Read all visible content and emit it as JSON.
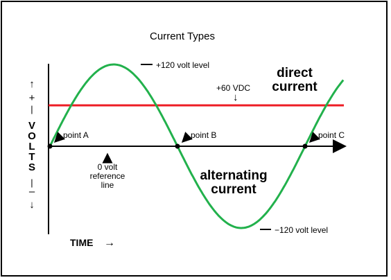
{
  "title": "Current Types",
  "labels": {
    "pos_level": "+120 volt level",
    "neg_level": "−120 volt level",
    "dc_level": "+60 VDC",
    "direct": "direct",
    "current_dc": "current",
    "alternating": "alternating",
    "current_ac": "current",
    "point_a": "point A",
    "point_b": "point B",
    "point_c": "point C",
    "zero_ref_1": "0 volt",
    "zero_ref_2": "reference",
    "zero_ref_3": "line",
    "time": "TIME",
    "volts_letters": [
      "V",
      "O",
      "L",
      "T",
      "S"
    ],
    "plus": "+",
    "minus": "–",
    "arrow_right": "→",
    "arrow_up": "↑",
    "arrow_down": "↓",
    "bar": "|"
  },
  "colors": {
    "dc": "#ee1c24",
    "ac": "#22b14c",
    "axis": "#000000"
  },
  "chart_data": {
    "type": "line",
    "series": [
      {
        "name": "direct current",
        "kind": "constant",
        "value": 60
      },
      {
        "name": "alternating current",
        "kind": "sine",
        "amplitude": 120,
        "cycles": 1.15
      }
    ],
    "ylim": [
      -120,
      120
    ]
  }
}
